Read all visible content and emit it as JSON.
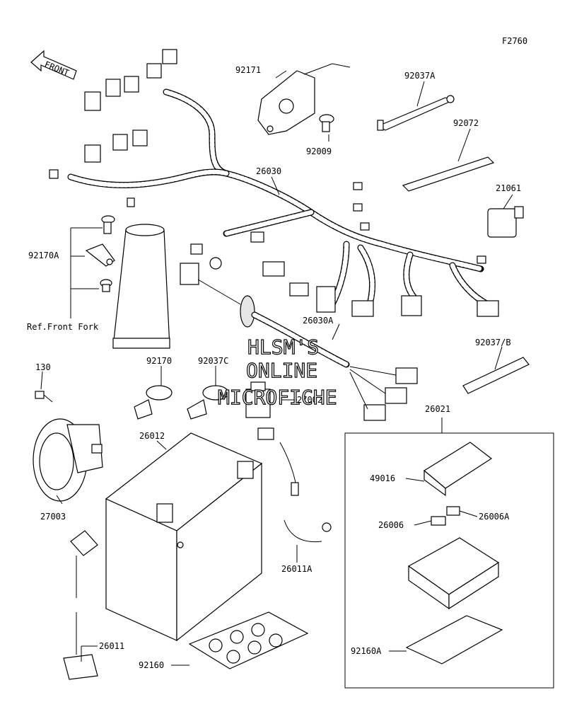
{
  "figure_code": "F2760",
  "front_arrow_label": "FRONT",
  "ref_note": "Ref.Front Fork",
  "watermark": [
    "HLSM'S",
    "ONLINE",
    "MICROFICHE"
  ],
  "part_labels": {
    "p92171": "92171",
    "p92009": "92009",
    "p92037A": "92037A",
    "p92072": "92072",
    "p21061": "21061",
    "p26030": "26030",
    "p92170A": "92170A",
    "p26030A": "26030A",
    "p92037B": "92037/B",
    "p130": "130",
    "p92170": "92170",
    "p92037C": "92037C",
    "p27002": "27002",
    "p26021": "26021",
    "p26012": "26012",
    "p49016": "49016",
    "p26006": "26006",
    "p26006A": "26006A",
    "p27003": "27003",
    "p26011A": "26011A",
    "p26011": "26011",
    "p92160": "92160",
    "p92160A": "92160A"
  }
}
